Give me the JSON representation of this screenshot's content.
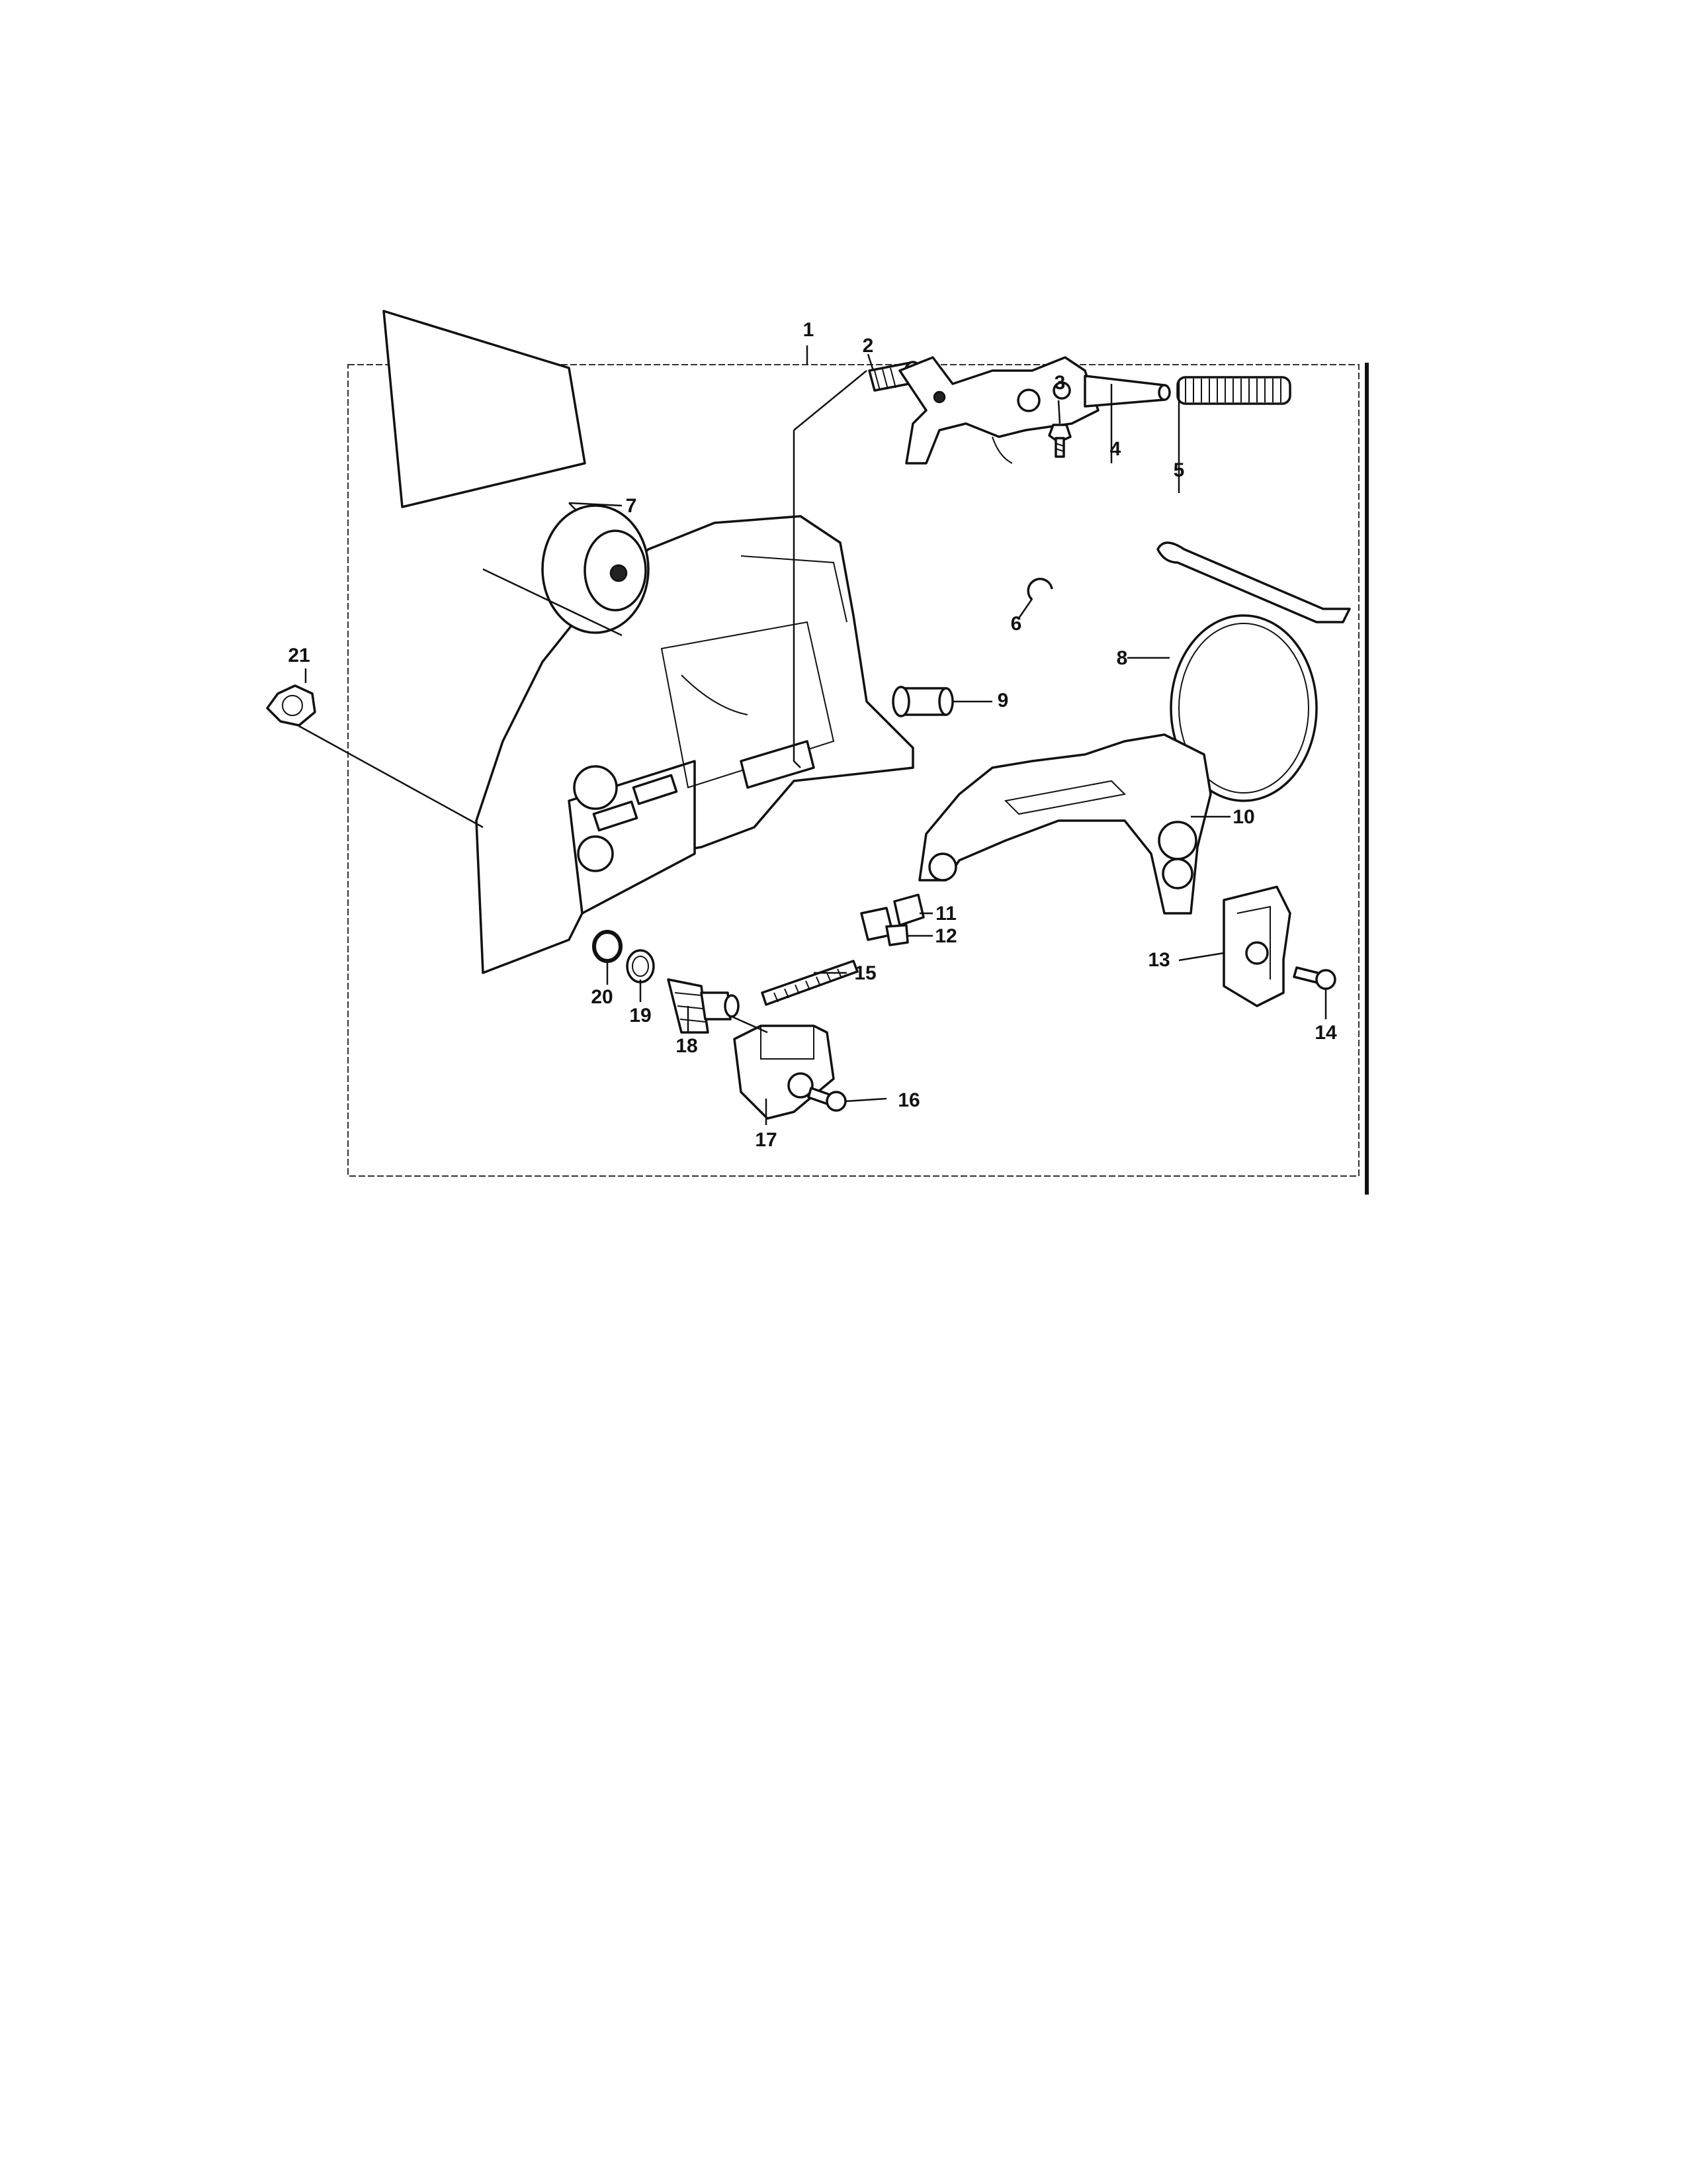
{
  "diagram": {
    "callouts": [
      {
        "id": "1",
        "label": "1"
      },
      {
        "id": "2",
        "label": "2"
      },
      {
        "id": "3",
        "label": "3"
      },
      {
        "id": "4",
        "label": "4"
      },
      {
        "id": "5",
        "label": "5"
      },
      {
        "id": "6",
        "label": "6"
      },
      {
        "id": "7",
        "label": "7"
      },
      {
        "id": "8",
        "label": "8"
      },
      {
        "id": "9",
        "label": "9"
      },
      {
        "id": "10",
        "label": "10"
      },
      {
        "id": "11",
        "label": "11"
      },
      {
        "id": "12",
        "label": "12"
      },
      {
        "id": "13",
        "label": "13"
      },
      {
        "id": "14",
        "label": "14"
      },
      {
        "id": "15",
        "label": "15"
      },
      {
        "id": "16",
        "label": "16"
      },
      {
        "id": "17",
        "label": "17"
      },
      {
        "id": "18",
        "label": "18"
      },
      {
        "id": "19",
        "label": "19"
      },
      {
        "id": "20",
        "label": "20"
      },
      {
        "id": "21",
        "label": "21"
      }
    ]
  },
  "colors": {
    "ink": "#111111",
    "paper": "#ffffff"
  }
}
